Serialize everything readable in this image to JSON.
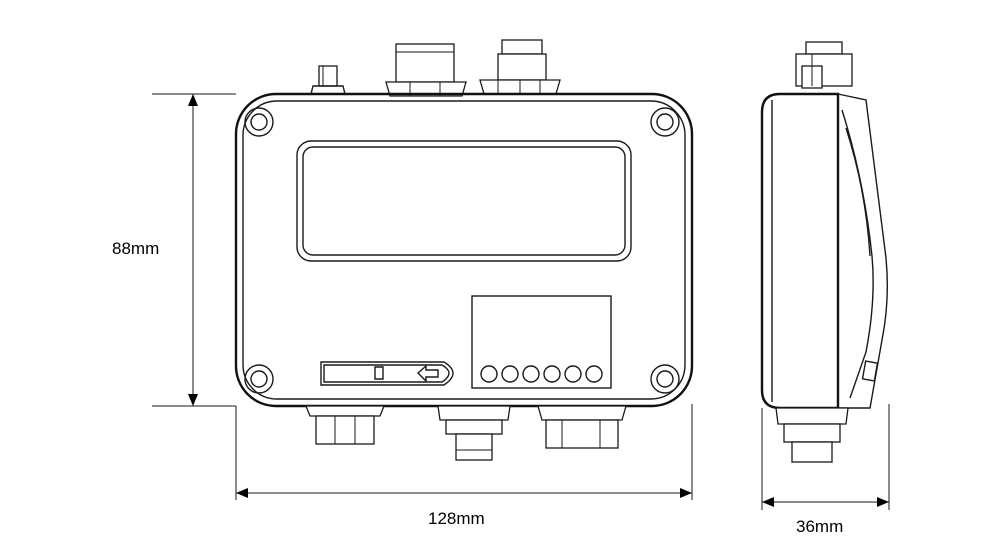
{
  "dimensions": {
    "height": "88mm",
    "width": "128mm",
    "depth": "36mm"
  }
}
